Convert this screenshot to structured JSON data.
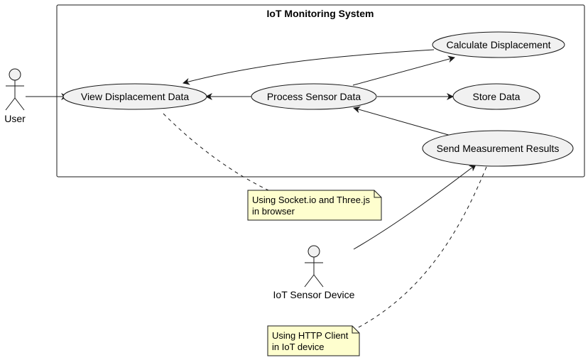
{
  "diagram": {
    "system_title": "IoT Monitoring System",
    "actors": {
      "user": "User",
      "iot_device": "IoT Sensor Device"
    },
    "use_cases": {
      "view_displacement": "View Displacement Data",
      "process_sensor": "Process Sensor Data",
      "calculate_displacement": "Calculate Displacement",
      "store_data": "Store Data",
      "send_measurement": "Send Measurement Results"
    },
    "notes": {
      "browser_note": {
        "line1": "Using Socket.io and Three.js",
        "line2": "in browser"
      },
      "device_note": {
        "line1": "Using HTTP Client",
        "line2": "in IoT device"
      }
    },
    "colors": {
      "use_case_fill": "#F1F1F1",
      "note_fill": "#FEFECE",
      "stroke": "#181818"
    }
  }
}
